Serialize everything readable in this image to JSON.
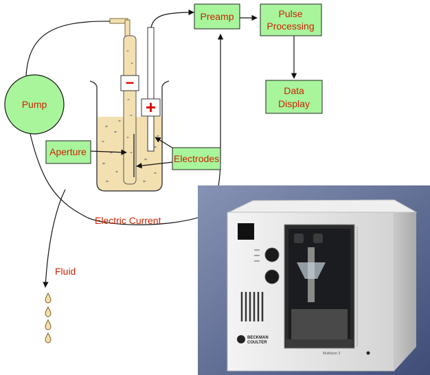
{
  "diagram": {
    "pump_label": "Pump",
    "preamp_label": "Preamp",
    "pulse_processing_line1": "Pulse",
    "pulse_processing_line2": "Processing",
    "data_display_line1": "Data",
    "data_display_line2": "Display",
    "aperture_label": "Aperture",
    "electrodes_label": "Electrodes",
    "electric_current_label": "Electric Current",
    "fluid_label": "Fluid",
    "minus_sign": "−",
    "plus_sign": "+"
  },
  "photo": {
    "brand_line1": "BECKMAN",
    "brand_line2": "COULTER",
    "model_name": "Multisizer 3"
  },
  "colors": {
    "box_fill": "#a8f59c",
    "pump_fill": "#a8f59c",
    "label_text": "#cc2200",
    "liquid": "#f3e0b0",
    "photo_background": "#5f6f96",
    "instrument_body": "#e6e6e6"
  }
}
